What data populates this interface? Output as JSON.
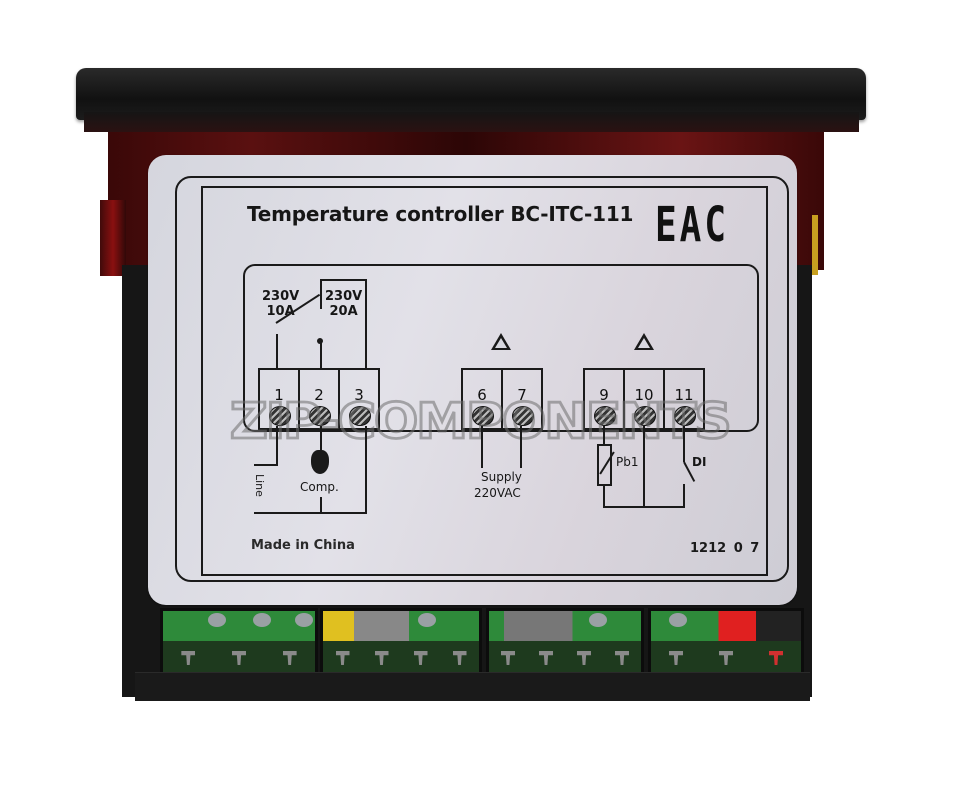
{
  "device": {
    "title": "Temperature controller BC-ITC-111",
    "certification_mark": "EAC",
    "made_in": "Made in China",
    "serial": "1212  0 7",
    "watermark": "ZIP-COMPONENTS"
  },
  "relay": {
    "rating_left": [
      "230V",
      "10A"
    ],
    "rating_right": [
      "230V",
      "20A"
    ]
  },
  "terminal_groups": [
    {
      "name": "relay",
      "terminals": [
        "1",
        "2",
        "3"
      ],
      "labels": {
        "line": "Line",
        "load": "Comp."
      }
    },
    {
      "name": "supply",
      "terminals": [
        "6",
        "7"
      ],
      "warning": true,
      "labels": {
        "supply": "Supply",
        "voltage": "220VAC"
      }
    },
    {
      "name": "inputs",
      "terminals": [
        "9",
        "10",
        "11"
      ],
      "warning": true,
      "labels": {
        "probe": "Pb1",
        "digital_input": "DI"
      }
    }
  ],
  "icons": {
    "warning": "warning-triangle-icon",
    "screw": "screw-terminal-icon",
    "compressor": "compressor-icon",
    "thermistor": "thermistor-icon",
    "switch": "switch-contact-icon"
  },
  "colors": {
    "label_bg": "#dcdce3",
    "ink": "#1a1a1a",
    "housing": "#161616",
    "housing_red": "#5a1010",
    "pcb_green": "#2e8a3a"
  }
}
